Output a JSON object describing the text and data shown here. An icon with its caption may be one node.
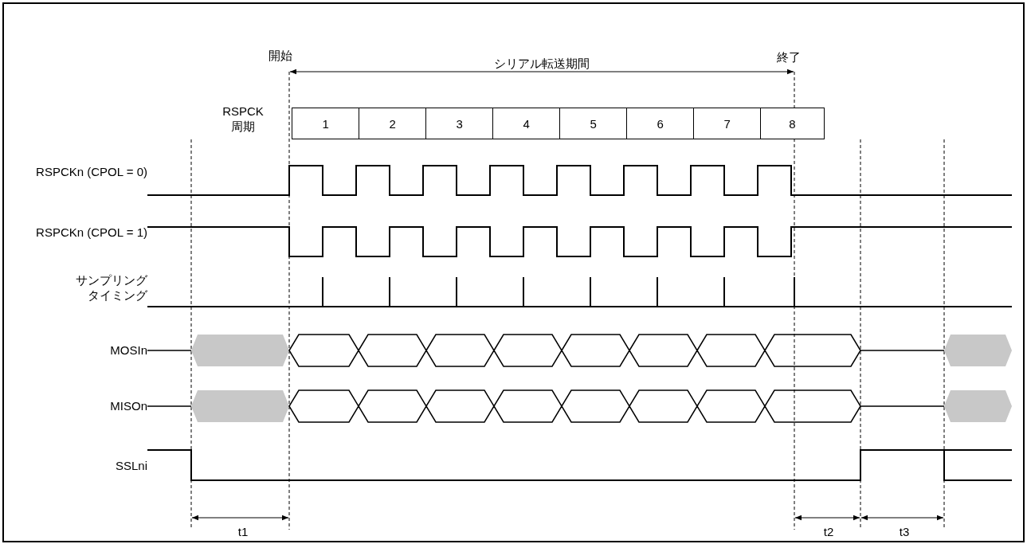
{
  "diagram": {
    "nodes": [
      {
        "text": [
          "1"
        ]
      },
      {
        "text": [
          "2"
        ]
      },
      {
        "text": [
          "3"
        ]
      },
      {
        "text": [
          "4"
        ]
      },
      {
        "text": [
          "5"
        ]
      },
      {
        "text": [
          "6"
        ]
      },
      {
        "text": [
          "7"
        ]
      },
      {
        "text": [
          "8"
        ]
      }
    ],
    "labels": [
      "開始",
      "シリアル転送期間",
      "終了",
      "RSPCK 周期",
      "RSPCKn (CPOL = 0)",
      "RSPCKn (CPOL = 1)",
      "サンプリングタイミング",
      "MOSIn",
      "MISOn",
      "SSLni",
      "t1",
      "t2",
      "t3"
    ]
  }
}
